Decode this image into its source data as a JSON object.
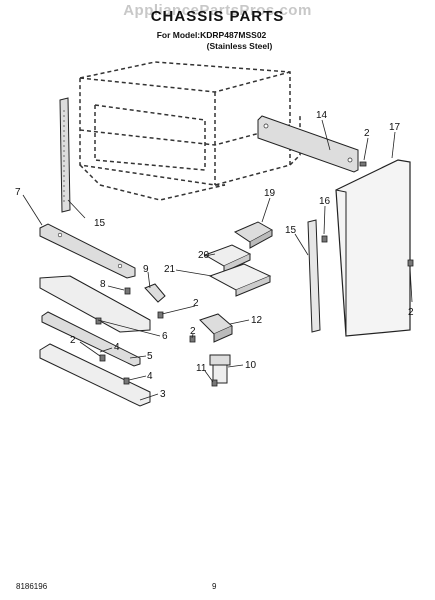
{
  "watermark": "AppliancePartsPros.com",
  "title": "CHASSIS PARTS",
  "subtitle_model": "For Model:KDRP487MSS02",
  "subtitle_finish": "(Stainless Steel)",
  "doc_number": "8186196",
  "page_number": "9",
  "callouts": {
    "c7": "7",
    "c15a": "15",
    "c14": "14",
    "c2a": "2",
    "c17": "17",
    "c19": "19",
    "c16": "16",
    "c20": "20",
    "c15b": "15",
    "c9": "9",
    "c21": "21",
    "c8": "8",
    "c2b": "2",
    "c2c": "2",
    "c12": "12",
    "c6": "6",
    "c2d": "2",
    "c4a": "4",
    "c5": "5",
    "c4b": "4",
    "c10": "10",
    "c11": "11",
    "c3": "3"
  }
}
